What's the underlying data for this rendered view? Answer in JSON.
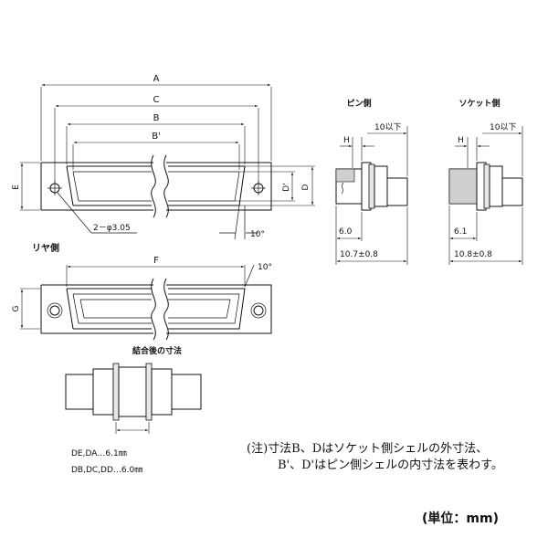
{
  "front_view": {
    "dim_A": "A",
    "dim_C": "C",
    "dim_B": "B",
    "dim_B_prime": "B'",
    "dim_E": "E",
    "dim_D_prime": "D'",
    "dim_D": "D",
    "hole_callout": "2－φ3.05",
    "angle": "10°"
  },
  "rear_view": {
    "title": "リヤ側",
    "dim_F": "F",
    "dim_G": "G",
    "angle": "10°"
  },
  "pin_side": {
    "title": "ピン側",
    "dim_H": "H",
    "max_label": "10以下",
    "dim_6": "6.0",
    "dim_length": "10.7±0.8"
  },
  "socket_side": {
    "title": "ソケット側",
    "dim_H": "H",
    "max_label": "10以下",
    "dim_6": "6.1",
    "dim_length": "10.8±0.8"
  },
  "mated": {
    "title": "結合後の寸法",
    "line1": "DE,DA…6.1㎜",
    "line2": "DB,DC,DD…6.0㎜"
  },
  "note": {
    "line1": "(注)寸法B、Dはソケット側シェルの外寸法、",
    "line2": "B'、D'はピン側シェルの内寸法を表わす。"
  },
  "unit_label": "(単位：mm)"
}
